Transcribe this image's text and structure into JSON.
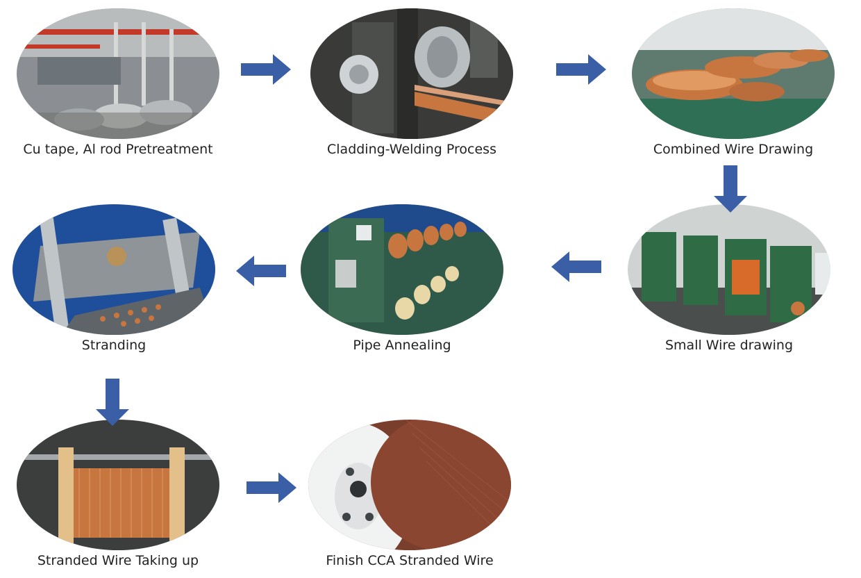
{
  "steps": [
    {
      "label": "Cu tape, Al rod Pretreatment",
      "photo": "factory-floor-coils-photo"
    },
    {
      "label": "Cladding-Welding Process",
      "photo": "cladding-welding-rollers-photo"
    },
    {
      "label": "Combined Wire Drawing",
      "photo": "copper-coil-drawing-line-photo"
    },
    {
      "label": "Small Wire drawing",
      "photo": "green-drawing-machines-photo"
    },
    {
      "label": "Pipe Annealing",
      "photo": "annealing-machine-spools-photo"
    },
    {
      "label": "Stranding",
      "photo": "stranding-plate-photo"
    },
    {
      "label": "Stranded Wire Taking up",
      "photo": "copper-wire-reel-photo"
    },
    {
      "label": "Finish CCA Stranded Wire",
      "photo": "finished-spool-photo"
    }
  ],
  "colors": {
    "arrow": "#3a5fa6",
    "copper": "#c7763f",
    "text": "#222222"
  }
}
